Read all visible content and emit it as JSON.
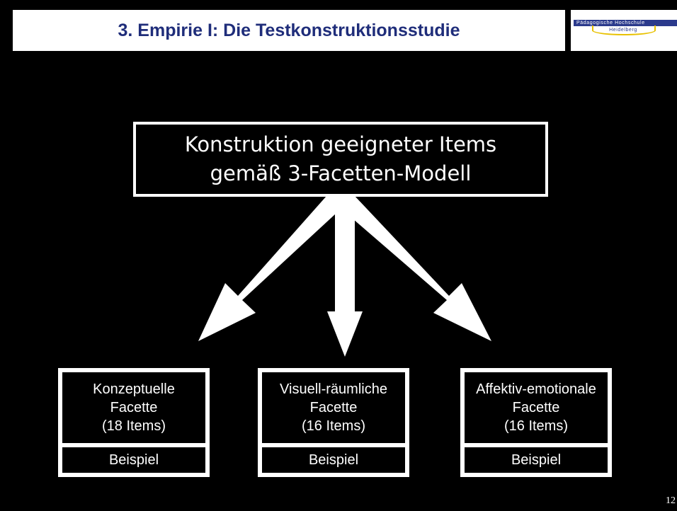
{
  "header": {
    "title": "3. Empirie I: Die Testkonstruktionsstudie",
    "logo_line1": "Pädagogische Hochschule",
    "logo_line2": "Heidelberg"
  },
  "main_box": {
    "line1": "Konstruktion geeigneter Items",
    "line2": "gemäß 3-Facetten-Modell"
  },
  "facets": [
    {
      "name": "Konzeptuelle",
      "subtitle": "Facette",
      "count": "(18 Items)",
      "button": "Beispiel"
    },
    {
      "name": "Visuell-räumliche",
      "subtitle": "Facette",
      "count": "(16 Items)",
      "button": "Beispiel"
    },
    {
      "name": "Affektiv-emotionale",
      "subtitle": "Facette",
      "count": "(16 Items)",
      "button": "Beispiel"
    }
  ],
  "page_number": "12",
  "colors": {
    "title": "#1f2d7a",
    "background": "#000000",
    "foreground": "#ffffff"
  }
}
